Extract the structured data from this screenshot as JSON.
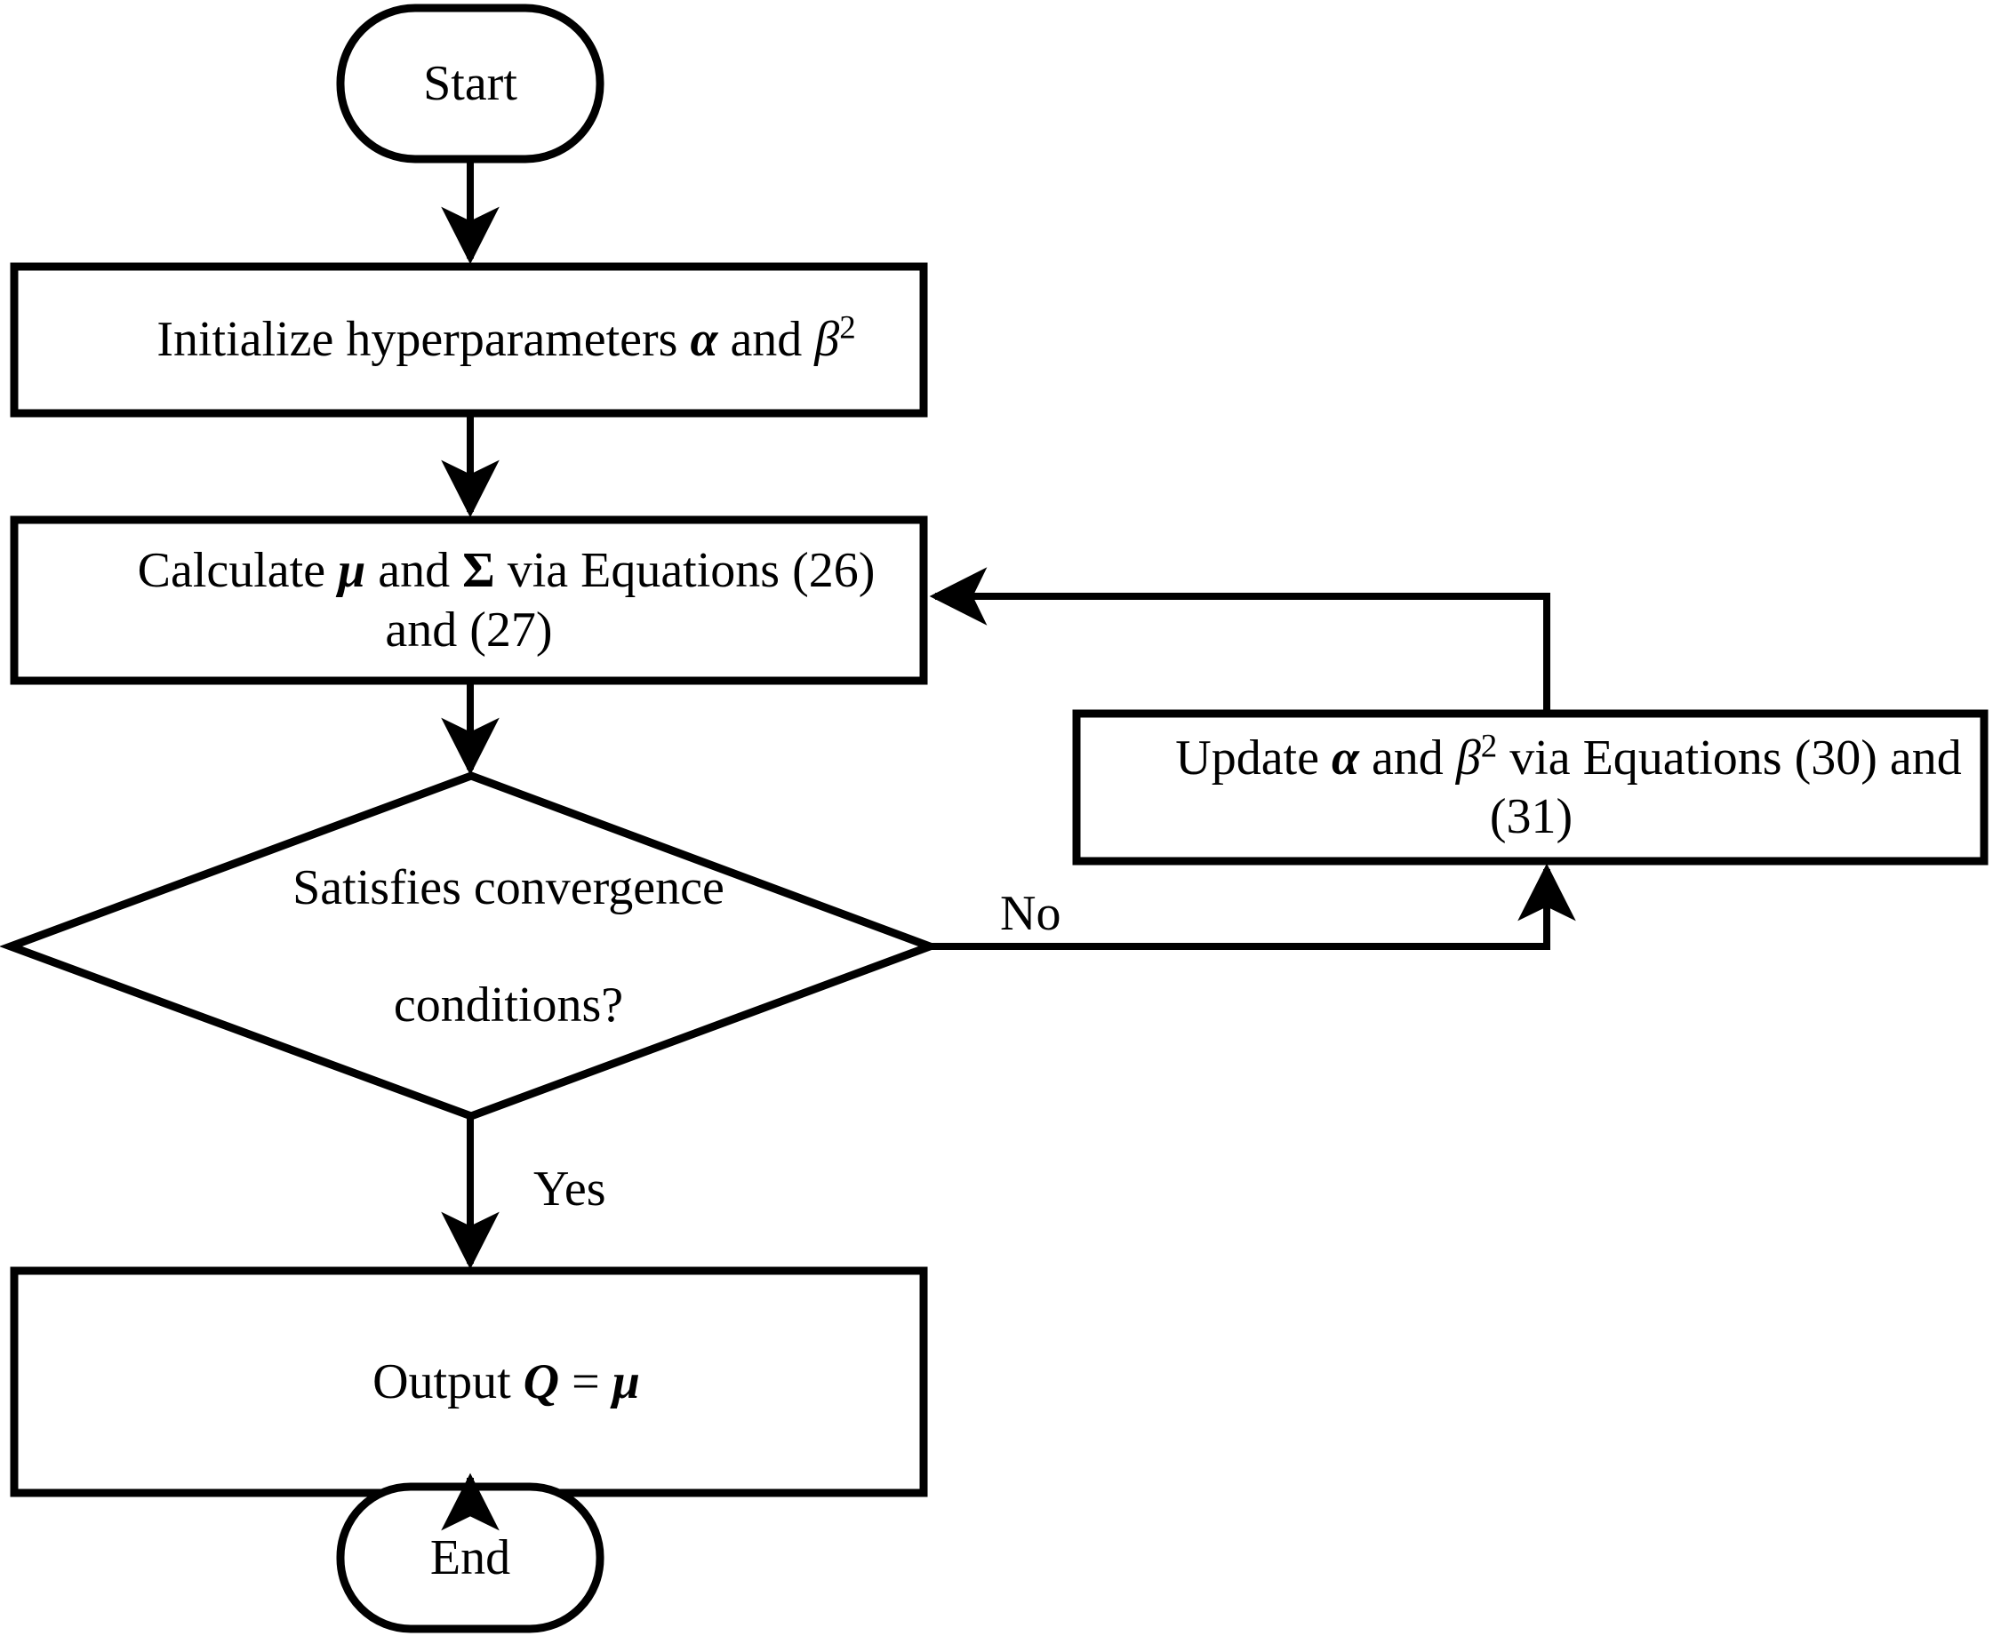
{
  "diagram": {
    "title": "Hyperparameter optimization flowchart",
    "stroke_color": "#000000",
    "fill_color": "#ffffff",
    "background": "#ffffff",
    "nodes": [
      {
        "id": "start",
        "shape": "terminal",
        "label": "Start"
      },
      {
        "id": "initialize",
        "shape": "process",
        "label": "Initialize hyperparameters α and β²",
        "label_parts": {
          "pre": "Initialize hyperparameters ",
          "sym1": "α",
          "mid": " and ",
          "sym2": "β",
          "sup2": "2",
          "post": ""
        }
      },
      {
        "id": "calculate",
        "shape": "process",
        "label": "Calculate μ and Σ via Equations (26) and (27)",
        "label_parts": {
          "pre": "Calculate ",
          "sym1": "μ",
          "mid": " and ",
          "sym2": "Σ",
          "post": " via Equations (26) and (27)"
        }
      },
      {
        "id": "decision",
        "shape": "decision",
        "label": "Satisfies convergence conditions?",
        "label_parts": {
          "line1": "Satisfies convergence",
          "line2": "conditions?"
        }
      },
      {
        "id": "update",
        "shape": "process",
        "label": "Update α and β² via Equations (30) and (31)",
        "label_parts": {
          "pre": "Update ",
          "sym1": "α",
          "mid": " and ",
          "sym2": "β",
          "sup2": "2",
          "post": " via Equations (30) and (31)"
        }
      },
      {
        "id": "output",
        "shape": "process",
        "label": "Output Q = μ",
        "label_parts": {
          "pre": "Output ",
          "sym1": "Q",
          "mid": " = ",
          "sym2": "μ",
          "post": ""
        }
      },
      {
        "id": "end",
        "shape": "terminal",
        "label": "End"
      }
    ],
    "edges": [
      {
        "from": "start",
        "to": "initialize",
        "label": ""
      },
      {
        "from": "initialize",
        "to": "calculate",
        "label": ""
      },
      {
        "from": "calculate",
        "to": "decision",
        "label": ""
      },
      {
        "from": "decision",
        "to": "update",
        "label": "No"
      },
      {
        "from": "update",
        "to": "calculate",
        "label": ""
      },
      {
        "from": "decision",
        "to": "output",
        "label": "Yes"
      },
      {
        "from": "output",
        "to": "end",
        "label": ""
      }
    ],
    "edge_labels": {
      "no": "No",
      "yes": "Yes"
    }
  }
}
